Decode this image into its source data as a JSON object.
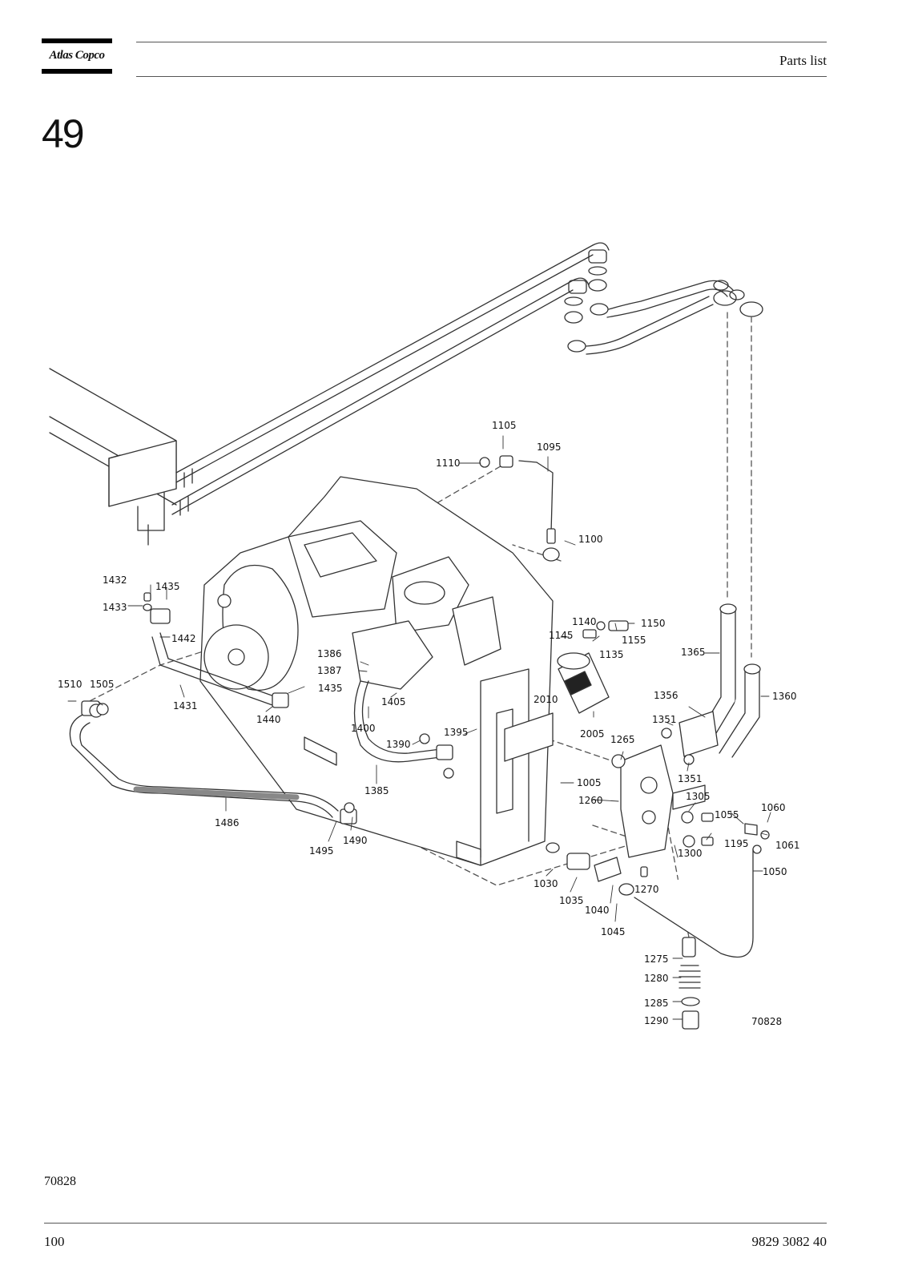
{
  "header": {
    "brand": "Atlas Copco",
    "title": "Parts list"
  },
  "section_number": "49",
  "diagram": {
    "figure_ref": "70828",
    "callouts": [
      "1105",
      "1095",
      "1110",
      "1100",
      "1432",
      "1435",
      "1433",
      "1442",
      "1140",
      "1150",
      "1145",
      "1155",
      "1135",
      "1365",
      "1386",
      "1387",
      "1435",
      "1510",
      "1505",
      "1431",
      "1405",
      "1440",
      "2010",
      "1356",
      "1360",
      "1400",
      "1395",
      "1351",
      "2005",
      "1265",
      "1390",
      "1351",
      "1385",
      "1005",
      "1305",
      "1260",
      "1060",
      "1055",
      "1486",
      "1061",
      "1195",
      "1495",
      "1490",
      "1300",
      "1050",
      "1030",
      "1270",
      "1035",
      "1040",
      "1045",
      "1275",
      "1280",
      "1285",
      "1290",
      "70828"
    ]
  },
  "bottom_ref": "70828",
  "footer": {
    "page_number": "100",
    "document_number": "9829 3082 40"
  }
}
